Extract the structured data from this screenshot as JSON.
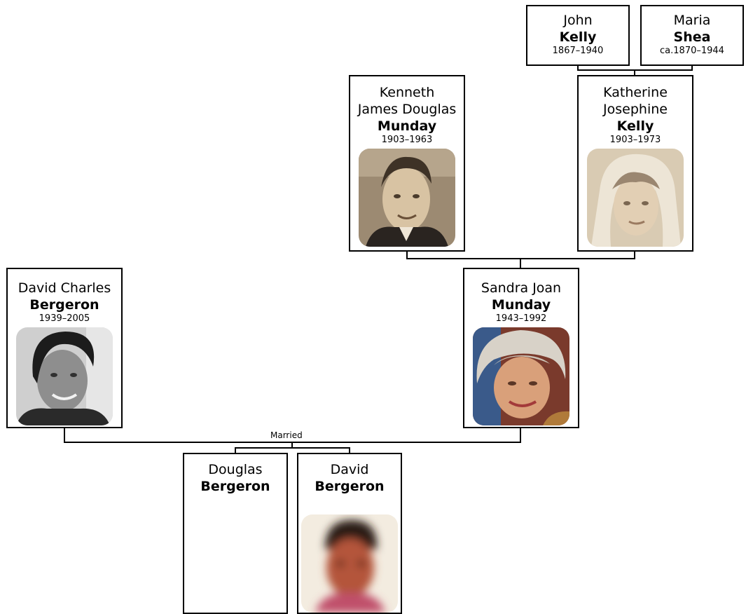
{
  "people": {
    "john": {
      "given": "John",
      "surname": "Kelly",
      "dates": "1867–1940"
    },
    "maria": {
      "given": "Maria",
      "surname": "Shea",
      "dates": "ca.1870–1944"
    },
    "kenneth": {
      "given_line1": "Kenneth",
      "given_line2": "James Douglas",
      "surname": "Munday",
      "dates": "1903–1963"
    },
    "katherine": {
      "given_line1": "Katherine",
      "given_line2": "Josephine",
      "surname": "Kelly",
      "dates": "1903–1973"
    },
    "david_charles": {
      "given": "David Charles",
      "surname": "Bergeron",
      "dates": "1939–2005"
    },
    "sandra": {
      "given": "Sandra Joan",
      "surname": "Munday",
      "dates": "1943–1992"
    },
    "douglas": {
      "given": "Douglas",
      "surname": "Bergeron"
    },
    "david": {
      "given": "David",
      "surname": "Bergeron"
    }
  },
  "labels": {
    "married": "Married"
  },
  "colors": {
    "line": "#000000",
    "card_border": "#000000",
    "background": "#ffffff"
  }
}
